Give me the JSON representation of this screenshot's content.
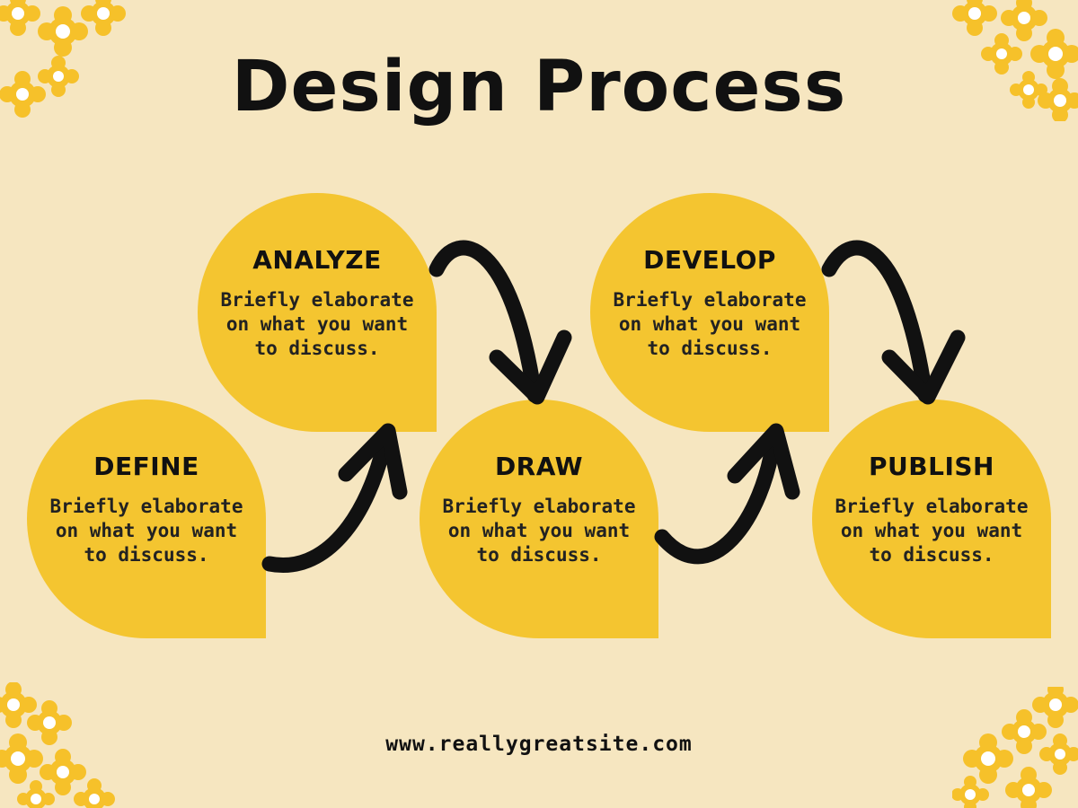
{
  "title": "Design Process",
  "steps": [
    {
      "title": "DEFINE",
      "body": "Briefly elaborate on what you want to discuss."
    },
    {
      "title": "ANALYZE",
      "body": "Briefly elaborate on what you want to discuss."
    },
    {
      "title": "DRAW",
      "body": "Briefly elaborate on what you want to discuss."
    },
    {
      "title": "DEVELOP",
      "body": "Briefly elaborate on what you want to discuss."
    },
    {
      "title": "PUBLISH",
      "body": "Briefly elaborate on what you want to discuss."
    }
  ],
  "footer": "www.reallygreatsite.com",
  "colors": {
    "background": "#f6e6c0",
    "shape": "#f4c530",
    "flower": "#f6c12a",
    "ink": "#111111"
  }
}
